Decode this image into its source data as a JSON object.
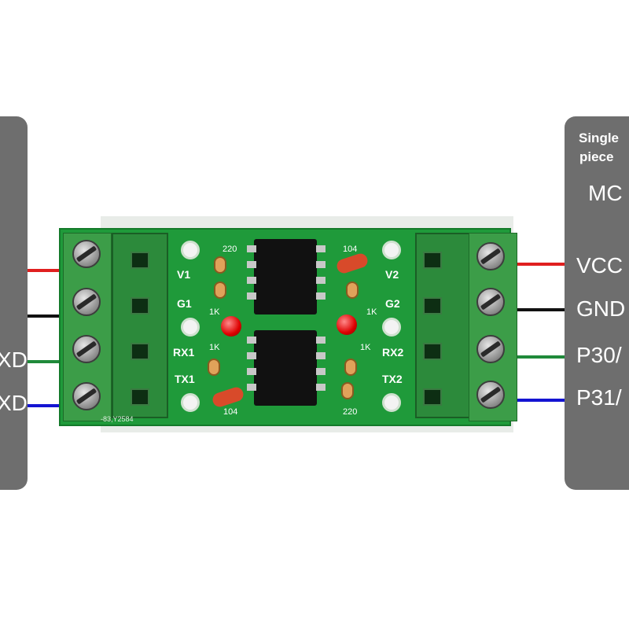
{
  "left_panel": {
    "labels": [
      "XD",
      "XD"
    ],
    "wire_colors": [
      "#e01f1f",
      "#111111",
      "#1f8a3a",
      "#1414d2"
    ]
  },
  "right_panel": {
    "header_line1": "Single",
    "header_line2": "piece",
    "title": "MC",
    "pins": [
      "VCC",
      "GND",
      "P30/",
      "P31/"
    ],
    "wire_colors": [
      "#e01f1f",
      "#111111",
      "#1f8a3a",
      "#1414d2"
    ]
  },
  "board": {
    "color": "#1f9a3a",
    "silkscreen_left": [
      "V1",
      "G1",
      "RX1",
      "TX1"
    ],
    "silkscreen_right": [
      "V2",
      "G2",
      "RX2",
      "TX2"
    ],
    "resistor_labels_top": [
      "220",
      "104",
      "1K",
      "1K"
    ],
    "resistor_labels_bottom": [
      "1K",
      "1K",
      "104",
      "220"
    ],
    "part_code": "-83,Y2584"
  }
}
